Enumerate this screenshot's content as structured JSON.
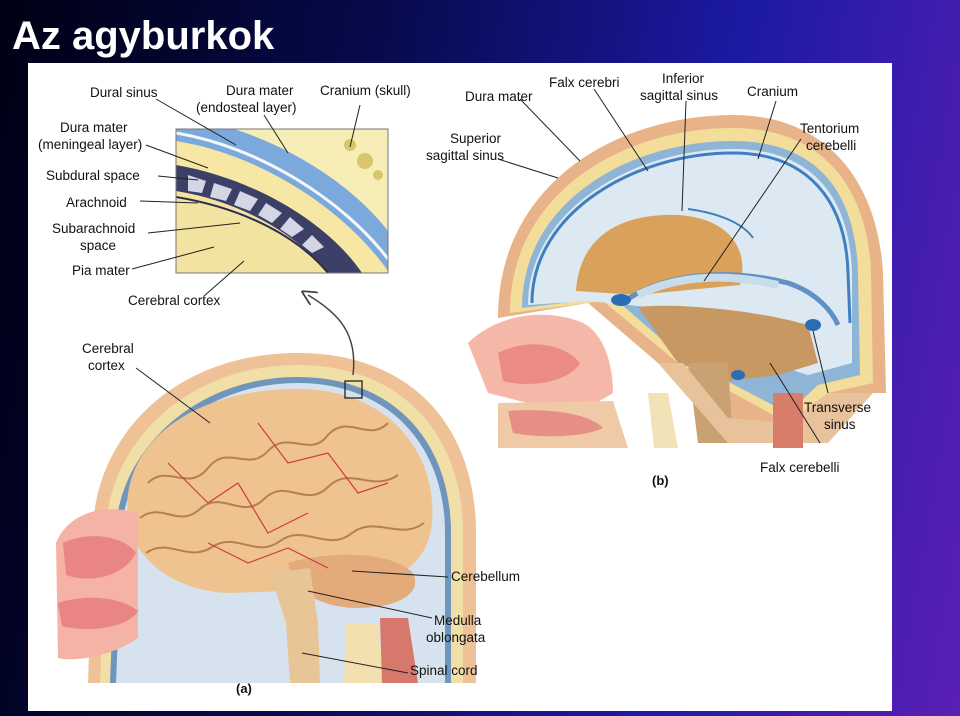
{
  "slide": {
    "title": "Az agyburkok"
  },
  "figure": {
    "panel_a": {
      "tag": "(a)",
      "inset_labels": {
        "dural_sinus": "Dural sinus",
        "dura_endosteal_1": "Dura mater",
        "dura_endosteal_2": "(endosteal layer)",
        "cranium": "Cranium (skull)",
        "dura_meningeal_1": "Dura mater",
        "dura_meningeal_2": "(meningeal  layer)",
        "subdural": "Subdural space",
        "arachnoid": "Arachnoid",
        "subarachnoid_1": "Subarachnoid",
        "subarachnoid_2": "space",
        "pia": "Pia mater",
        "cortex": "Cerebral cortex"
      },
      "labels": {
        "cerebral_cortex_1": "Cerebral",
        "cerebral_cortex_2": "cortex",
        "cerebellum": "Cerebellum",
        "medulla_1": "Medulla",
        "medulla_2": "oblongata",
        "spinal_cord": "Spinal cord"
      }
    },
    "panel_b": {
      "tag": "(b)",
      "labels": {
        "dura_mater": "Dura mater",
        "falx_cerebri": "Falx cerebri",
        "inferior_1": "Inferior",
        "inferior_2": "sagittal sinus",
        "cranium": "Cranium",
        "superior_1": "Superior",
        "superior_2": "sagittal sinus",
        "tentorium_1": "Tentorium",
        "tentorium_2": "cerebelli",
        "transverse_1": "Transverse",
        "transverse_2": "sinus",
        "falx_cerebelli": "Falx cerebelli"
      }
    }
  }
}
